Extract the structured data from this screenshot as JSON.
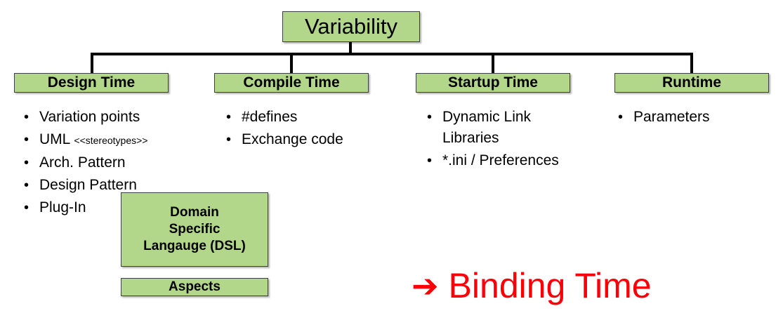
{
  "diagram": {
    "type": "tree",
    "root": {
      "label": "Variability"
    },
    "categories": [
      {
        "id": "design-time",
        "label": "Design Time"
      },
      {
        "id": "compile-time",
        "label": "Compile Time"
      },
      {
        "id": "startup-time",
        "label": "Startup Time"
      },
      {
        "id": "runtime",
        "label": "Runtime"
      }
    ],
    "columns": [
      {
        "id": "design-time",
        "bullet_glyph": "•",
        "items": [
          {
            "text": "Variation points"
          },
          {
            "text": "UML ",
            "suffix_small": "<<stereotypes>>"
          },
          {
            "text": "Arch. Pattern"
          },
          {
            "text": "Design Pattern"
          },
          {
            "text": "Plug-In"
          }
        ]
      },
      {
        "id": "compile-time",
        "bullet_glyph": "•",
        "items": [
          {
            "text": "#defines"
          },
          {
            "text": "Exchange code"
          }
        ]
      },
      {
        "id": "startup-time",
        "bullet_glyph": "•",
        "items": [
          {
            "text": "Dynamic Link Libraries"
          },
          {
            "text": "*.ini / Preferences"
          }
        ]
      },
      {
        "id": "runtime",
        "bullet_glyph": "•",
        "items": [
          {
            "text": "Parameters"
          }
        ]
      }
    ],
    "extra_boxes": [
      {
        "id": "dsl",
        "line1": "Domain",
        "line2": "Specific",
        "line3": "Langauge (DSL)"
      },
      {
        "id": "aspects",
        "label": "Aspects"
      }
    ],
    "callout": {
      "arrow_glyph": "➔",
      "label": "Binding Time"
    },
    "colors": {
      "box_fill": "#b3d78a",
      "box_border": "#3f3f3f",
      "connector": "#000000",
      "callout": "#fb0007",
      "text": "#000000"
    }
  }
}
